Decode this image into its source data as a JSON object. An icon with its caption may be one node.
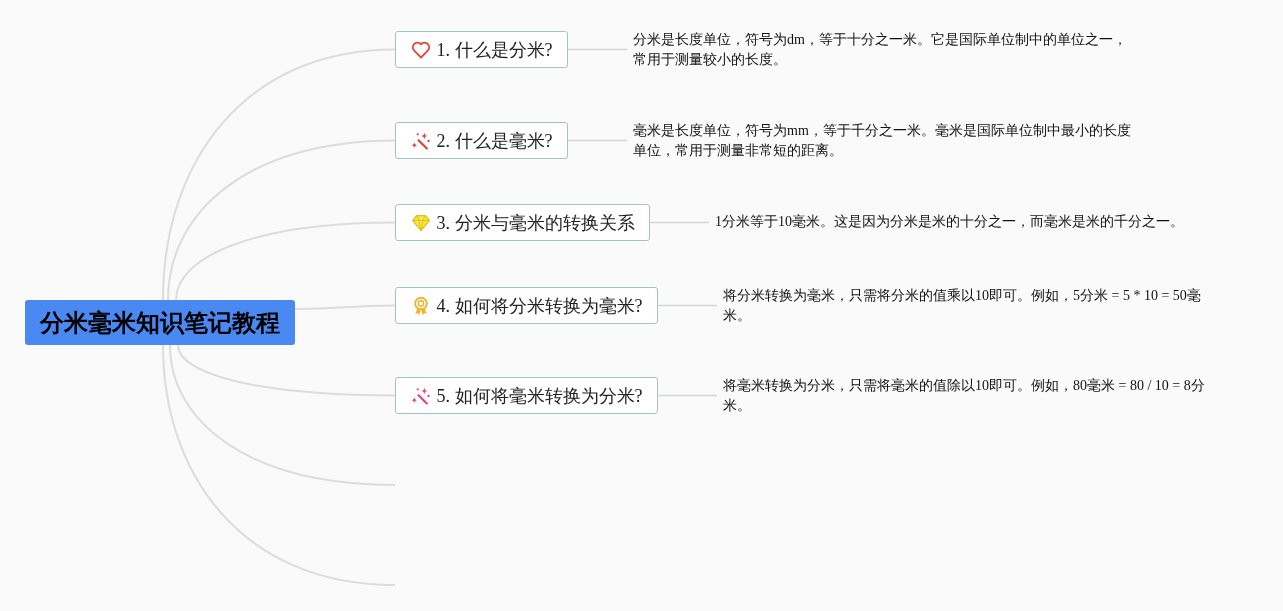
{
  "diagram": {
    "nodes": [
      {
        "text": [
          "分米毫米知识笔记教程"
        ]
      },
      {
        "text": [
          "1. 什么是分米?"
        ]
      },
      {
        "text": [
          "分米是长度单位，符号为dm，等于十分之一米。它是国际单位制中的单位之一，常用于测量较小的长度。"
        ]
      },
      {
        "text": [
          "2. 什么是毫米?"
        ]
      },
      {
        "text": [
          "毫米是长度单位，符号为mm，等于千分之一米。毫米是国际单位制中最小的长度单位，常用于测量非常短的距离。"
        ]
      },
      {
        "text": [
          "3. 分米与毫米的转换关系"
        ]
      },
      {
        "text": [
          "1分米等于10毫米。这是因为分米是米的十分之一，而毫米是米的千分之一。"
        ]
      },
      {
        "text": [
          "4. 如何将分米转换为毫米?"
        ]
      },
      {
        "text": [
          "将分米转换为毫米，只需将分米的值乘以10即可。例如，5分米 = 5 * 10 = 50毫米。"
        ]
      },
      {
        "text": [
          "5. 如何将毫米转换为分米?"
        ]
      },
      {
        "text": [
          "将毫米转换为分米，只需将毫米的值除以10即可。例如，80毫米 = 80 / 10 = 8分米。"
        ]
      }
    ],
    "edges": [
      {
        "from": 0,
        "to": 1,
        "arrow": "none"
      },
      {
        "from": 0,
        "to": 3,
        "arrow": "none"
      },
      {
        "from": 0,
        "to": 5,
        "arrow": "none"
      },
      {
        "from": 0,
        "to": 7,
        "arrow": "none"
      },
      {
        "from": 0,
        "to": 9,
        "arrow": "none"
      },
      {
        "from": 0,
        "to": null,
        "arrow": "none"
      },
      {
        "from": 0,
        "to": null,
        "arrow": "none"
      },
      {
        "from": 1,
        "to": 2,
        "arrow": "none"
      },
      {
        "from": 3,
        "to": 4,
        "arrow": "none"
      },
      {
        "from": 5,
        "to": 6,
        "arrow": "none"
      },
      {
        "from": 7,
        "to": 8,
        "arrow": "none"
      },
      {
        "from": 9,
        "to": 10,
        "arrow": "none"
      }
    ]
  }
}
